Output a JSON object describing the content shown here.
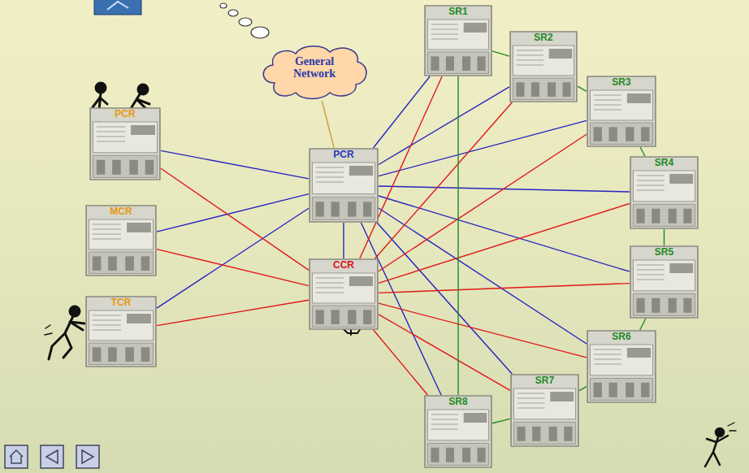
{
  "diagram": {
    "nodes": [
      {
        "text": [
          "General Network"
        ]
      },
      {
        "text": [
          "SR1"
        ]
      },
      {
        "text": [
          "SR2"
        ]
      },
      {
        "text": [
          "SR3"
        ]
      },
      {
        "text": [
          "PCR"
        ]
      },
      {
        "text": [
          "PCR"
        ]
      },
      {
        "text": [
          "SR4"
        ]
      },
      {
        "text": [
          "MCR"
        ]
      },
      {
        "text": [
          "SR5"
        ]
      },
      {
        "text": [
          "CCR"
        ]
      },
      {
        "text": [
          "TCR"
        ]
      },
      {
        "text": [
          "SR6"
        ]
      },
      {
        "text": [
          "SR7"
        ]
      },
      {
        "text": [
          "SR8"
        ]
      }
    ],
    "edges": [
      {
        "from": 0,
        "to": 5,
        "arrow": "none"
      },
      {
        "from": 5,
        "to": 9,
        "arrow": "none"
      },
      {
        "from": 5,
        "to": 4,
        "arrow": "none"
      },
      {
        "from": 5,
        "to": 7,
        "arrow": "none"
      },
      {
        "from": 5,
        "to": 10,
        "arrow": "none"
      },
      {
        "from": 5,
        "to": 1,
        "arrow": "none"
      },
      {
        "from": 5,
        "to": 2,
        "arrow": "none"
      },
      {
        "from": 5,
        "to": 3,
        "arrow": "none"
      },
      {
        "from": 5,
        "to": 6,
        "arrow": "none"
      },
      {
        "from": 5,
        "to": 8,
        "arrow": "none"
      },
      {
        "from": 5,
        "to": 11,
        "arrow": "none"
      },
      {
        "from": 5,
        "to": 12,
        "arrow": "none"
      },
      {
        "from": 5,
        "to": 13,
        "arrow": "none"
      },
      {
        "from": 9,
        "to": 4,
        "arrow": "none"
      },
      {
        "from": 9,
        "to": 7,
        "arrow": "none"
      },
      {
        "from": 9,
        "to": 10,
        "arrow": "none"
      },
      {
        "from": 9,
        "to": 1,
        "arrow": "none"
      },
      {
        "from": 9,
        "to": 2,
        "arrow": "none"
      },
      {
        "from": 9,
        "to": 3,
        "arrow": "none"
      },
      {
        "from": 9,
        "to": 6,
        "arrow": "none"
      },
      {
        "from": 9,
        "to": 8,
        "arrow": "none"
      },
      {
        "from": 9,
        "to": 11,
        "arrow": "none"
      },
      {
        "from": 9,
        "to": 12,
        "arrow": "none"
      },
      {
        "from": 9,
        "to": 13,
        "arrow": "none"
      },
      {
        "from": 1,
        "to": 2,
        "arrow": "none"
      },
      {
        "from": 2,
        "to": 3,
        "arrow": "none"
      },
      {
        "from": 3,
        "to": 6,
        "arrow": "none"
      },
      {
        "from": 6,
        "to": 8,
        "arrow": "none"
      },
      {
        "from": 8,
        "to": 11,
        "arrow": "none"
      },
      {
        "from": 11,
        "to": 12,
        "arrow": "none"
      },
      {
        "from": 12,
        "to": 13,
        "arrow": "none"
      },
      {
        "from": 1,
        "to": 13,
        "arrow": "none"
      }
    ]
  }
}
